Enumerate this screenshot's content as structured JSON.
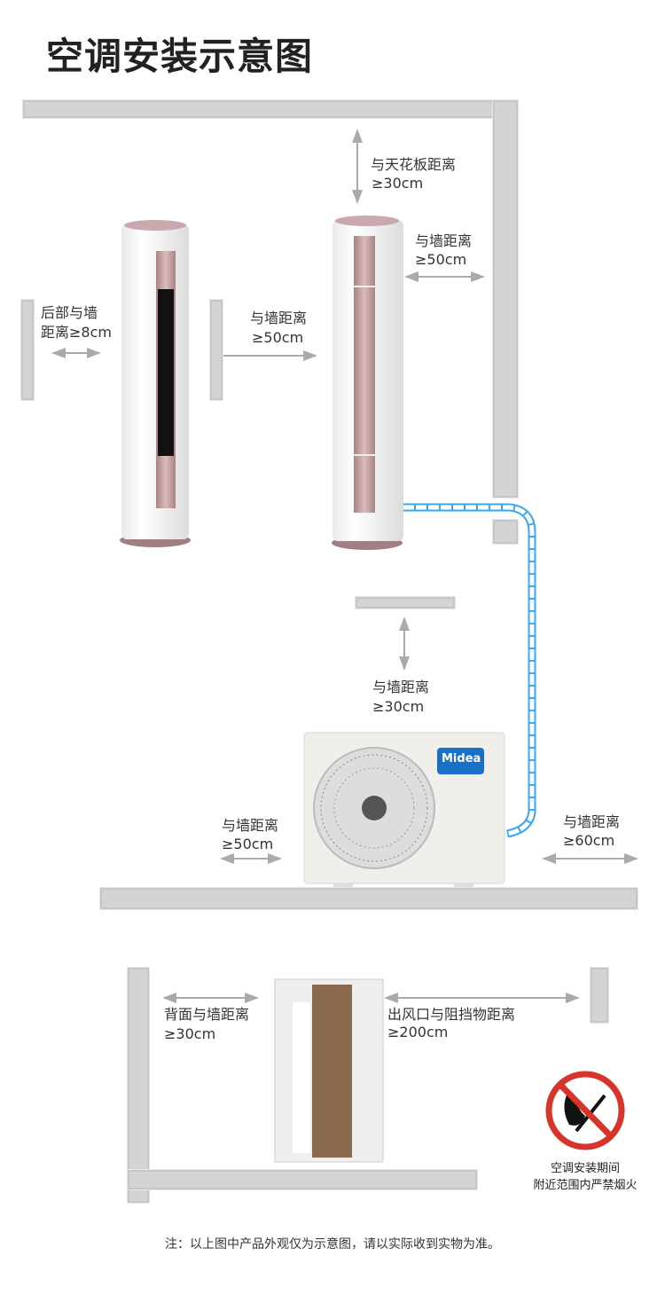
{
  "title": "空调安装示意图",
  "labels": {
    "rear_wall_line1": "后部与墙",
    "rear_wall_line2": "距离≥8cm",
    "side_wall_1_line1": "与墙距离",
    "side_wall_1_line2": "≥50cm",
    "ceiling_line1": "与天花板距离",
    "ceiling_line2": "≥30cm",
    "side_wall_2_line1": "与墙距离",
    "side_wall_2_line2": "≥50cm",
    "outdoor_top_line1": "与墙距离",
    "outdoor_top_line2": "≥30cm",
    "outdoor_left_line1": "与墙距离",
    "outdoor_left_line2": "≥50cm",
    "outdoor_right_line1": "与墙距离",
    "outdoor_right_line2": "≥60cm",
    "back_line1": "背面与墙距离",
    "back_line2": "≥30cm",
    "outlet_line1": "出风口与阻挡物距离",
    "outlet_line2": "≥200cm"
  },
  "brand": "Midea",
  "warning": {
    "line1": "空调安装期间",
    "line2": "附近范围内严禁烟火",
    "icon": "no-fire-icon"
  },
  "note": "注：以上图中产品外观仅为示意图，请以实际收到实物为准。",
  "colors": {
    "wall": "#d4d4d4",
    "pipe": "#3aa7f0",
    "prohibit": "#d9342b",
    "brand": "#1a6fc9",
    "rose": "#b89090"
  }
}
